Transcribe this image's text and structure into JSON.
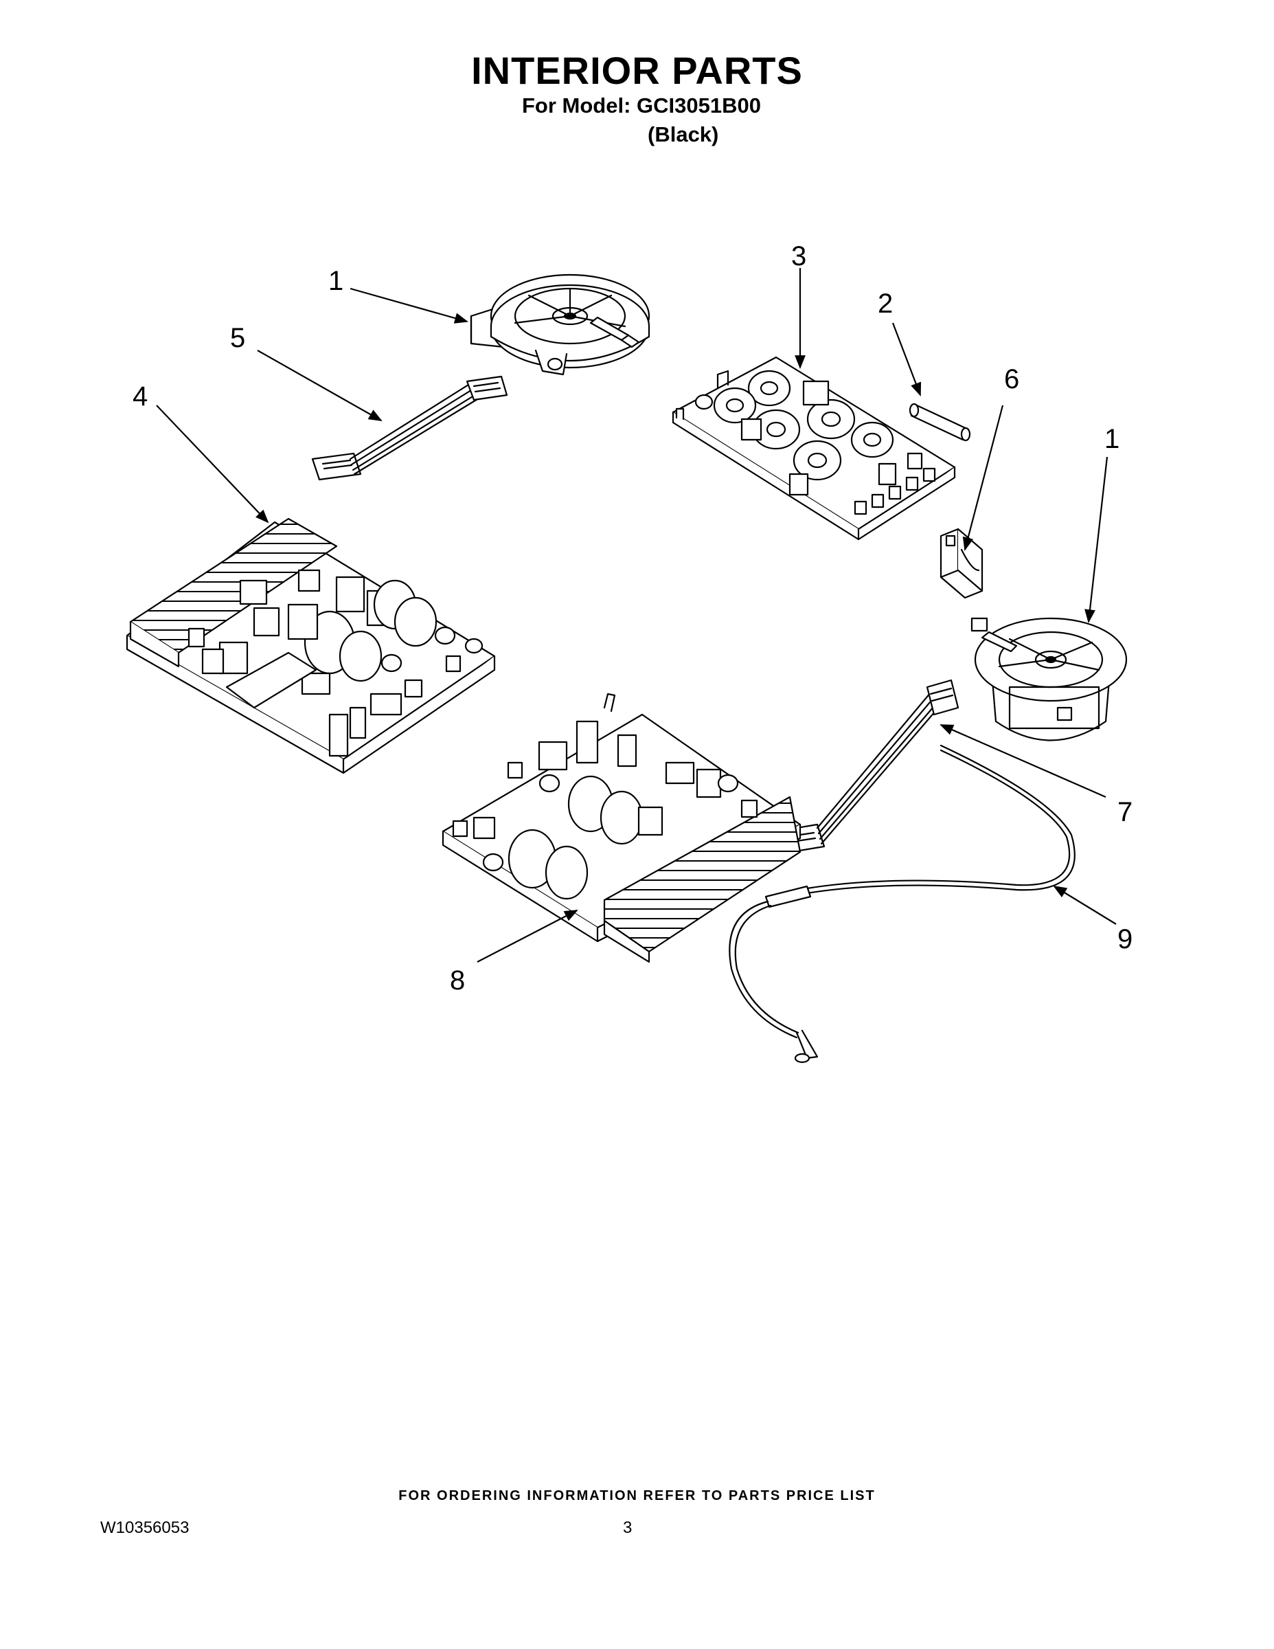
{
  "header": {
    "title": "INTERIOR PARTS",
    "model_line": "For Model: GCI3051B00",
    "color": "(Black)"
  },
  "callouts": [
    "1",
    "5",
    "4",
    "3",
    "2",
    "6",
    "1",
    "7",
    "8",
    "9"
  ],
  "footer": {
    "ordering_info": "FOR ORDERING INFORMATION REFER TO PARTS PRICE LIST",
    "doc_number": "W10356053",
    "page_number": "3"
  }
}
